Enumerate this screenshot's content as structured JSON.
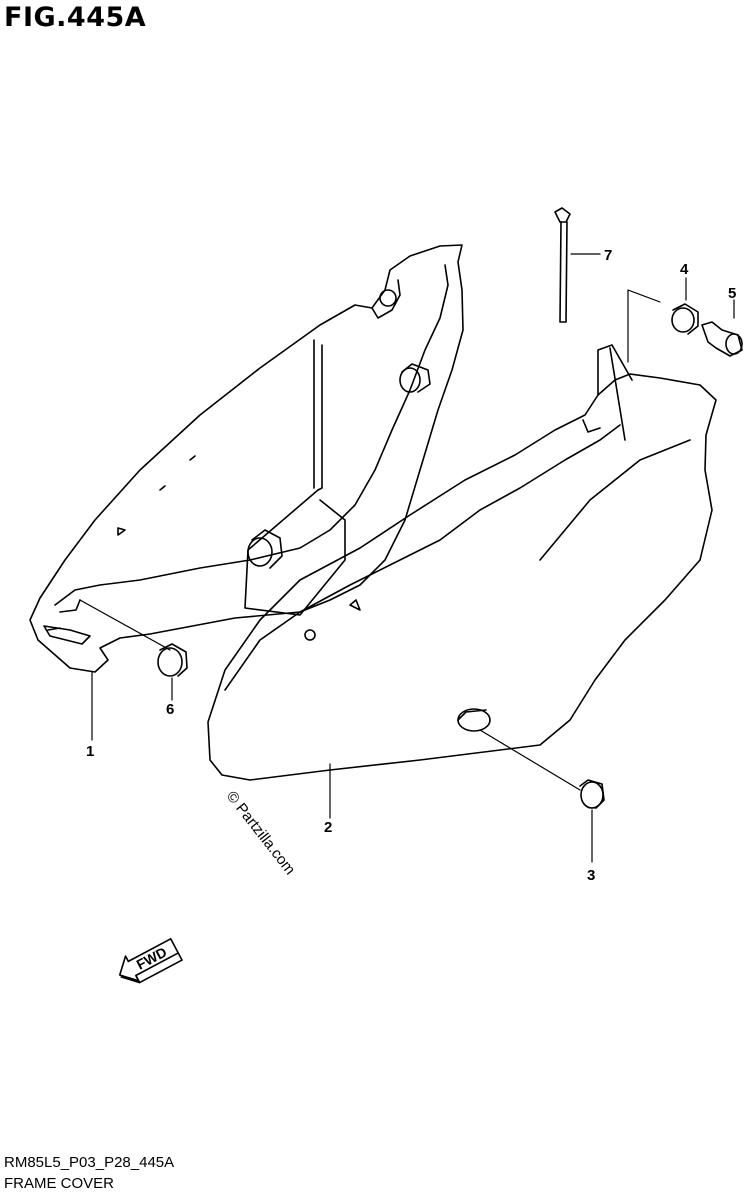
{
  "figure": {
    "title": "FIG.445A",
    "code": "RM85L5_P03_P28_445A",
    "name": "FRAME COVER"
  },
  "callouts": [
    "1",
    "2",
    "3",
    "4",
    "5",
    "6",
    "7"
  ],
  "watermark": "© Partzilla.com",
  "direction_arrow": {
    "label": "FWD",
    "icon": "forward-arrow-icon"
  }
}
